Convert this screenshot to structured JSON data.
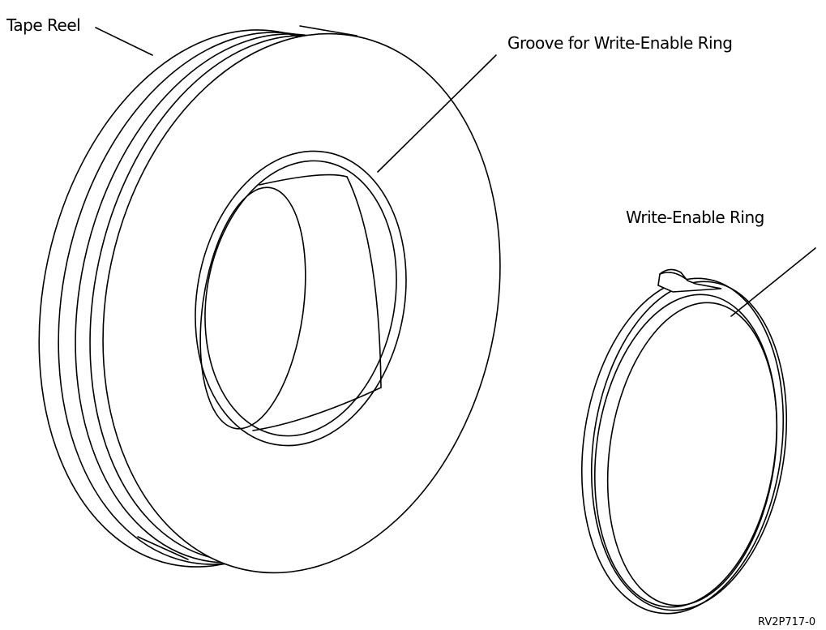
{
  "labels": {
    "tape_reel": "Tape Reel",
    "groove": "Groove for Write-Enable Ring",
    "write_enable_ring": "Write-Enable Ring",
    "figure_code": "RV2P717-0"
  },
  "colors": {
    "line": "#000000",
    "background": "#ffffff"
  }
}
